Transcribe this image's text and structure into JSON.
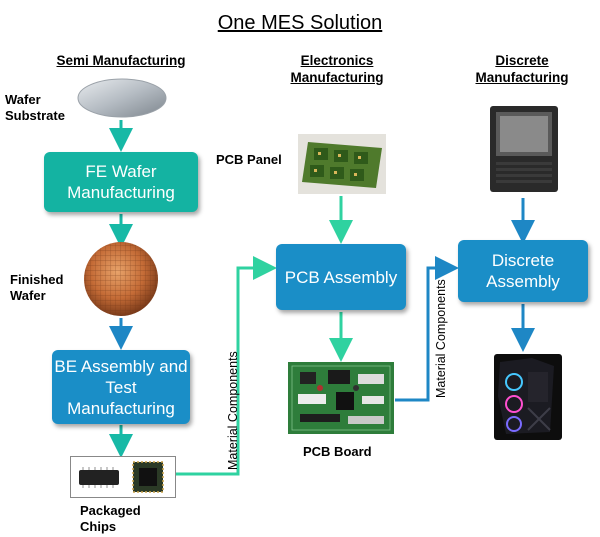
{
  "title": "One MES Solution",
  "columns": {
    "semi": "Semi Manufacturing",
    "electronics": "Electronics Manufacturing",
    "discrete": "Discrete Manufacturing"
  },
  "labels": {
    "wafer_substrate": "Wafer Substrate",
    "finished_wafer": "Finished Wafer",
    "packaged_chips": "Packaged Chips",
    "pcb_panel": "PCB Panel",
    "pcb_board": "PCB Board"
  },
  "boxes": {
    "fe": "FE Wafer Manufacturing",
    "be": "BE Assembly and Test Manufacturing",
    "pcb_assembly": "PCB Assembly",
    "discrete_assembly": "Discrete Assembly"
  },
  "connectors": {
    "left": "Material Components",
    "right": "Material Components"
  },
  "colors": {
    "teal": "#14b3a2",
    "blue": "#1a8ec7",
    "arrow_teal": "#17b9a6",
    "arrow_blue": "#1e87c5",
    "arrow_green": "#2fd2a0"
  }
}
